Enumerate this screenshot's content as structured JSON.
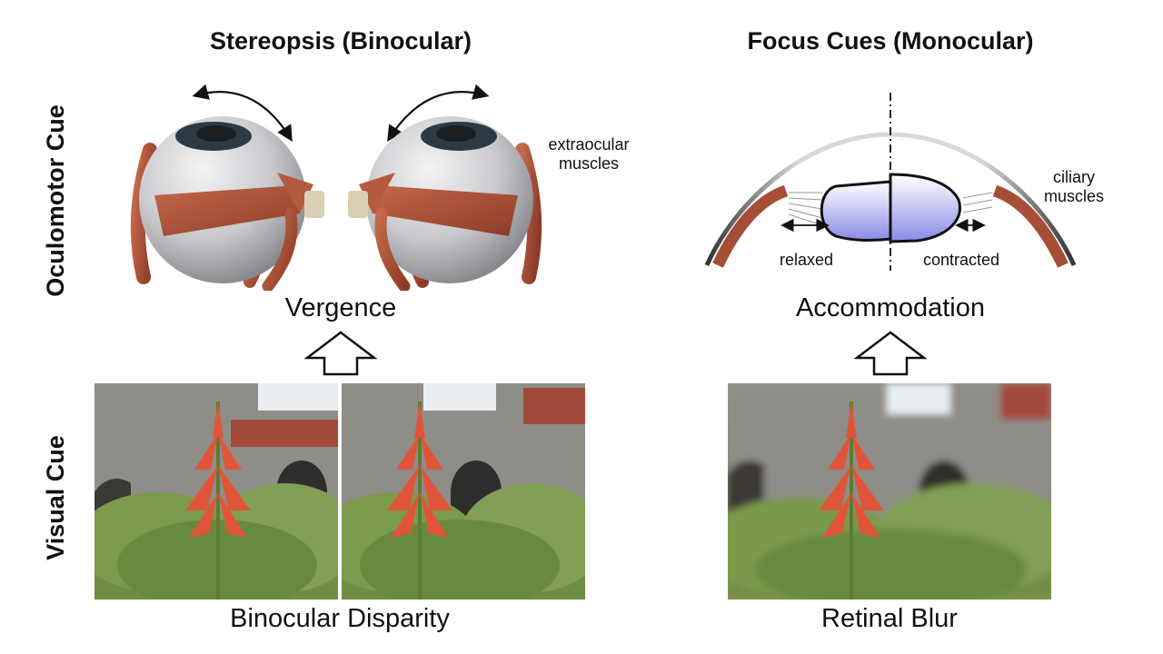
{
  "columns": {
    "binocular": {
      "title": "Stereopsis (Binocular)"
    },
    "monocular": {
      "title": "Focus Cues (Monocular)"
    }
  },
  "rows": {
    "oculomotor": {
      "label": "Oculomotor Cue"
    },
    "visual": {
      "label": "Visual Cue"
    }
  },
  "cues": {
    "vergence": "Vergence",
    "accommodation": "Accommodation",
    "binocular_disparity": "Binocular Disparity",
    "retinal_blur": "Retinal Blur"
  },
  "annotations": {
    "extraocular_line1": "extraocular",
    "extraocular_line2": "muscles",
    "ciliary_line1": "ciliary",
    "ciliary_line2": "muscles",
    "relaxed": "relaxed",
    "contracted": "contracted"
  },
  "colors": {
    "muscle": "#b0553a",
    "eyeball": "#d3d3d5",
    "lens": "#8e8ee6",
    "text": "#111111"
  }
}
